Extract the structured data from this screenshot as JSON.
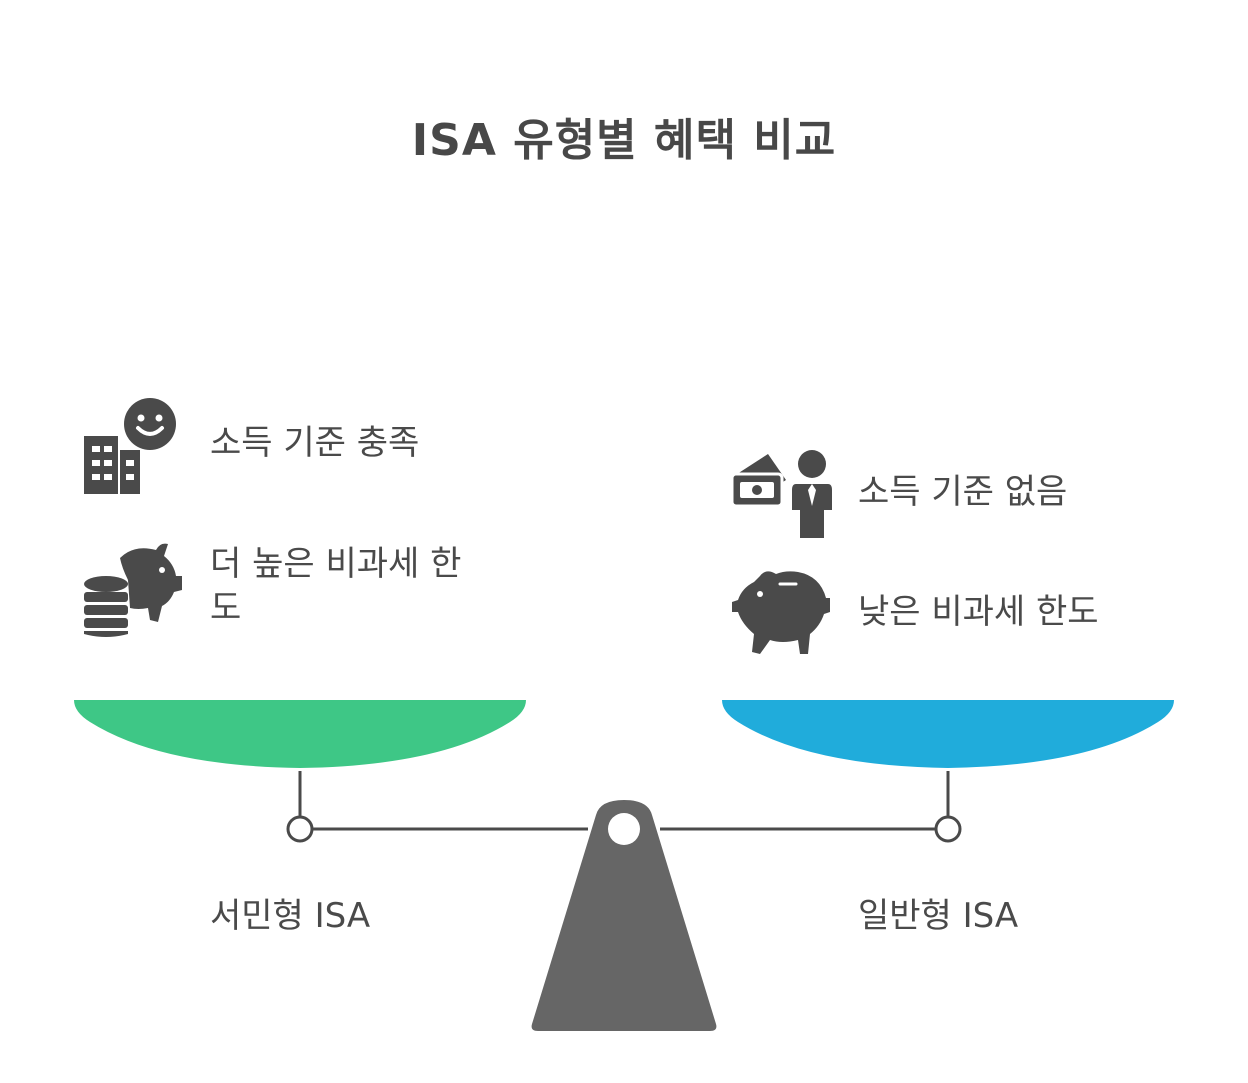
{
  "title": "ISA 유형별 혜택 비교",
  "left": {
    "label": "서민형 ISA",
    "color": "#3ec786",
    "items": [
      {
        "text": "소득 기준 충족",
        "icon": "building-smile-icon"
      },
      {
        "text": "더 높은 비과세 한\n도",
        "icon": "piggy-bank-coins-icon"
      }
    ]
  },
  "right": {
    "label": "일반형 ISA",
    "color": "#20acdb",
    "items": [
      {
        "text": "소득 기준 없음",
        "icon": "money-person-icon"
      },
      {
        "text": "낮은 비과세 한도",
        "icon": "piggy-bank-icon"
      }
    ]
  },
  "colors": {
    "text": "#4a4a4a",
    "fulcrum": "#666666",
    "line": "#4a4a4a"
  }
}
